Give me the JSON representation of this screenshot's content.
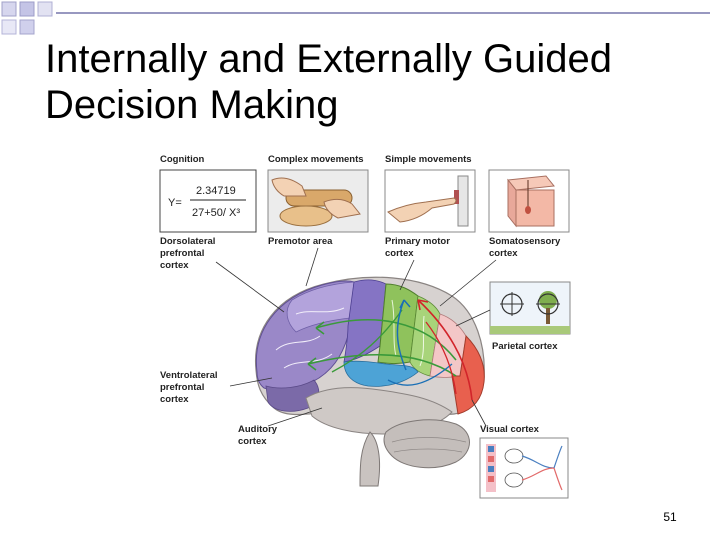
{
  "slide": {
    "title_line1": "Internally and Externally Guided",
    "title_line2": "Decision Making",
    "page_number": "51"
  },
  "figure": {
    "top_labels": {
      "cognition": "Cognition",
      "complex_movements": "Complex movements",
      "simple_movements": "Simple movements"
    },
    "formula": {
      "lhs": "Y=",
      "numerator": "2.34719",
      "denominator": "27+50/ X³"
    },
    "region_labels": {
      "dlpfc_1": "Dorsolateral",
      "dlpfc_2": "prefrontal",
      "dlpfc_3": "cortex",
      "premotor": "Premotor area",
      "primary_motor_1": "Primary motor",
      "primary_motor_2": "cortex",
      "somatosensory_1": "Somatosensory",
      "somatosensory_2": "cortex",
      "parietal": "Parietal cortex",
      "vlpfc_1": "Ventrolateral",
      "vlpfc_2": "prefrontal",
      "vlpfc_3": "cortex",
      "auditory_1": "Auditory",
      "auditory_2": "cortex",
      "visual": "Visual cortex"
    }
  }
}
